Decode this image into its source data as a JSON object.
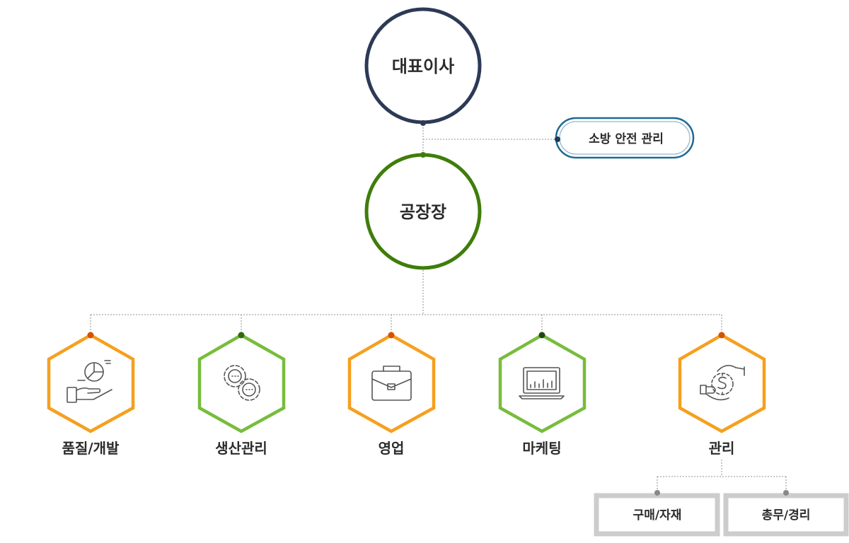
{
  "diagram": {
    "ceo": {
      "label": "대표이사",
      "color": "#2c3a56"
    },
    "fire_safety": {
      "label": "소방 안전 관리",
      "color": "#1d6a94"
    },
    "plant_manager": {
      "label": "공장장",
      "color": "#3f7d0b"
    },
    "departments": [
      {
        "label": "품질/개발",
        "icon": "hand-pie-chart-icon",
        "color": "#f5a01e",
        "dot": "#d35400"
      },
      {
        "label": "생산관리",
        "icon": "gears-icon",
        "color": "#78bc3c",
        "dot": "#2e6b0f"
      },
      {
        "label": "영업",
        "icon": "briefcase-icon",
        "color": "#f5a01e",
        "dot": "#d35400"
      },
      {
        "label": "마케팅",
        "icon": "laptop-chart-icon",
        "color": "#78bc3c",
        "dot": "#1f4a10"
      },
      {
        "label": "관리",
        "icon": "hands-dollar-icon",
        "color": "#f5a01e",
        "dot": "#d35400"
      }
    ],
    "sub_units": [
      {
        "label": "구매/자재"
      },
      {
        "label": "총무/경리"
      }
    ],
    "colors": {
      "connector": "#a9a9a9",
      "sub_box_border": "#cccccc",
      "sub_dot": "#888888"
    }
  }
}
